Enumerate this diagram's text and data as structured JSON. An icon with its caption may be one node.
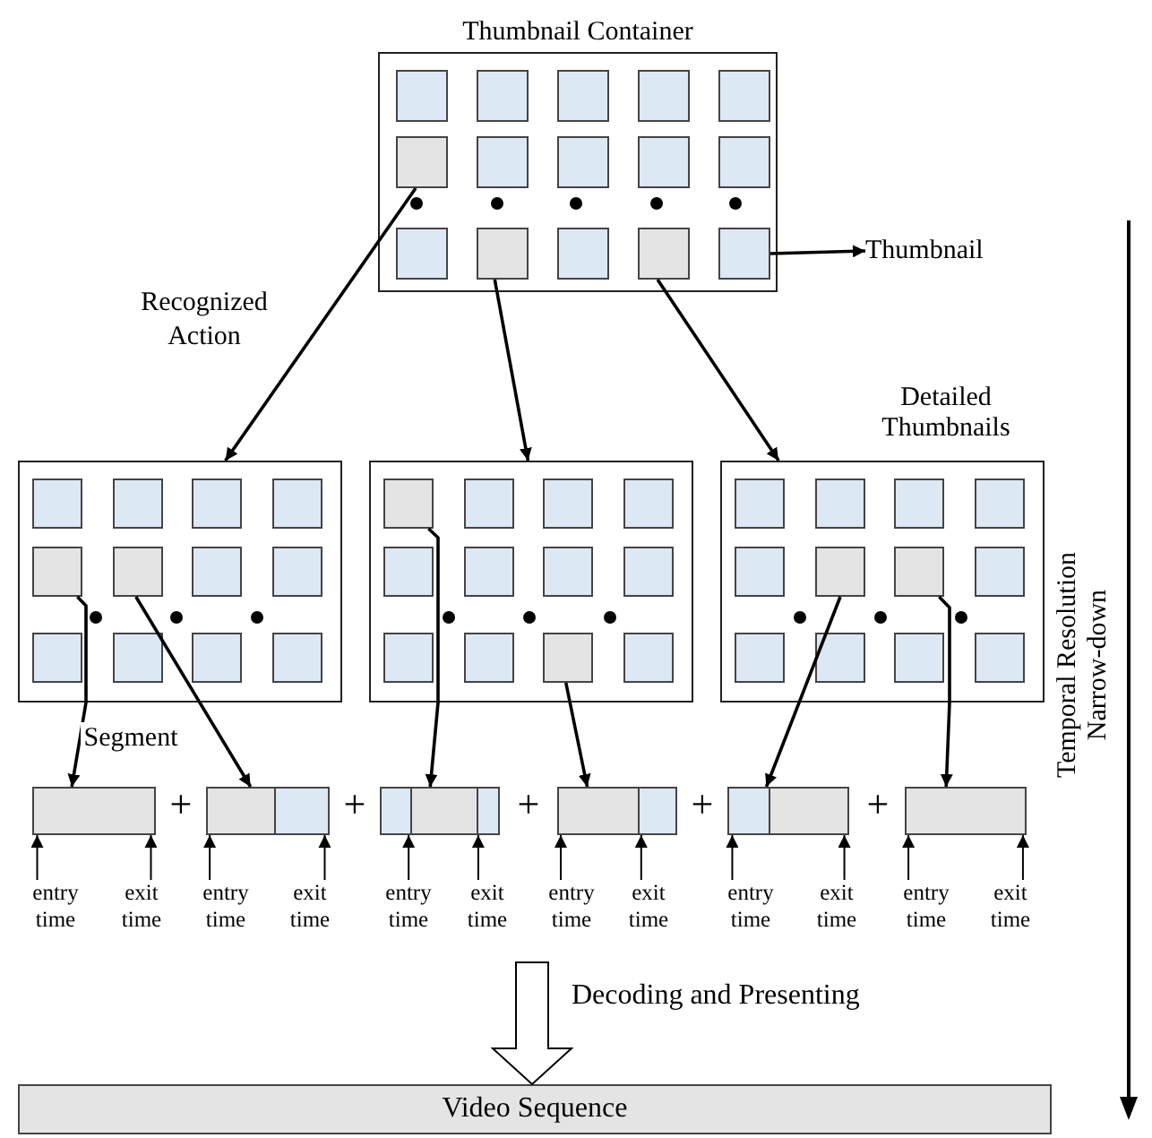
{
  "diagram": {
    "nodes": [
      {
        "text": [
          "Thumbnail Container"
        ]
      },
      {
        "text": [],
        "shape": "box",
        "in": 0
      },
      {
        "text": [],
        "shape": "box",
        "in": 0
      },
      {
        "text": [],
        "shape": "box",
        "in": 0
      },
      {
        "text": [],
        "shape": "box",
        "in": 0
      },
      {
        "text": [],
        "shape": "box",
        "in": 0
      },
      {
        "text": [],
        "shape": "box",
        "in": 0
      },
      {
        "text": [],
        "shape": "box",
        "in": 0
      },
      {
        "text": [],
        "shape": "box",
        "in": 0
      },
      {
        "text": [],
        "shape": "box",
        "in": 0
      },
      {
        "text": [],
        "shape": "box",
        "in": 0
      },
      {
        "text": [],
        "shape": "box",
        "in": 0
      },
      {
        "text": [],
        "shape": "box",
        "in": 0
      },
      {
        "text": [],
        "shape": "box",
        "in": 0
      },
      {
        "text": [],
        "shape": "box",
        "in": 0
      },
      {
        "text": [],
        "shape": "box",
        "in": 0
      },
      {
        "text": [
          "Thumbnail"
        ]
      },
      {
        "text": [],
        "shape": "box"
      },
      {
        "text": [],
        "shape": "box",
        "in": 17
      },
      {
        "text": [],
        "shape": "box",
        "in": 17
      },
      {
        "text": [],
        "shape": "box",
        "in": 17
      },
      {
        "text": [],
        "shape": "box",
        "in": 17
      },
      {
        "text": [],
        "shape": "box",
        "in": 17
      },
      {
        "text": [],
        "shape": "box",
        "in": 17
      },
      {
        "text": [],
        "shape": "box",
        "in": 17
      },
      {
        "text": [],
        "shape": "box",
        "in": 17
      },
      {
        "text": [],
        "shape": "box",
        "in": 17
      },
      {
        "text": [],
        "shape": "box",
        "in": 17
      },
      {
        "text": [],
        "shape": "box",
        "in": 17
      },
      {
        "text": [],
        "shape": "box",
        "in": 17
      },
      {
        "text": [],
        "shape": "box"
      },
      {
        "text": [],
        "shape": "box",
        "in": 30
      },
      {
        "text": [],
        "shape": "box",
        "in": 30
      },
      {
        "text": [],
        "shape": "box",
        "in": 30
      },
      {
        "text": [],
        "shape": "box",
        "in": 30
      },
      {
        "text": [],
        "shape": "box",
        "in": 30
      },
      {
        "text": [],
        "shape": "box",
        "in": 30
      },
      {
        "text": [],
        "shape": "box",
        "in": 30
      },
      {
        "text": [],
        "shape": "box",
        "in": 30
      },
      {
        "text": [],
        "shape": "box",
        "in": 30
      },
      {
        "text": [],
        "shape": "box",
        "in": 30
      },
      {
        "text": [],
        "shape": "box",
        "in": 30
      },
      {
        "text": [],
        "shape": "box",
        "in": 30
      },
      {
        "text": [],
        "shape": "box"
      },
      {
        "text": [],
        "shape": "box",
        "in": 43
      },
      {
        "text": [],
        "shape": "box",
        "in": 43
      },
      {
        "text": [],
        "shape": "box",
        "in": 43
      },
      {
        "text": [],
        "shape": "box",
        "in": 43
      },
      {
        "text": [],
        "shape": "box",
        "in": 43
      },
      {
        "text": [],
        "shape": "box",
        "in": 43
      },
      {
        "text": [],
        "shape": "box",
        "in": 43
      },
      {
        "text": [],
        "shape": "box",
        "in": 43
      },
      {
        "text": [],
        "shape": "box",
        "in": 43
      },
      {
        "text": [],
        "shape": "box",
        "in": 43
      },
      {
        "text": [],
        "shape": "box",
        "in": 43
      },
      {
        "text": [],
        "shape": "box",
        "in": 43
      },
      {
        "text": [],
        "shape": "bar"
      },
      {
        "text": [],
        "shape": "bar"
      },
      {
        "text": [],
        "shape": "bar"
      },
      {
        "text": [],
        "shape": "bar"
      },
      {
        "text": [],
        "shape": "bar"
      },
      {
        "text": [],
        "shape": "bar"
      },
      {
        "text": [
          "entry time"
        ]
      },
      {
        "text": [
          "exit time"
        ]
      },
      {
        "text": [
          "entry time"
        ]
      },
      {
        "text": [
          "exit time"
        ]
      },
      {
        "text": [
          "entry time"
        ]
      },
      {
        "text": [
          "exit time"
        ]
      },
      {
        "text": [
          "entry time"
        ]
      },
      {
        "text": [
          "exit time"
        ]
      },
      {
        "text": [
          "entry time"
        ]
      },
      {
        "text": [
          "exit time"
        ]
      },
      {
        "text": [
          "entry time"
        ]
      },
      {
        "text": [
          "exit time"
        ]
      },
      {
        "text": [
          "Video Sequence"
        ]
      }
    ],
    "edges": [
      {
        "from": 6,
        "to": 17,
        "arrow": "to",
        "label": "Recognized Action"
      },
      {
        "from": 12,
        "to": 30,
        "arrow": "to"
      },
      {
        "from": 14,
        "to": 43,
        "arrow": "to"
      },
      {
        "from": 15,
        "to": 16,
        "arrow": "to"
      },
      {
        "from": 22,
        "to": 56,
        "arrow": "to",
        "label": "Segment"
      },
      {
        "from": 23,
        "to": 57,
        "arrow": "to"
      },
      {
        "from": 31,
        "to": 58,
        "arrow": "to"
      },
      {
        "from": 41,
        "to": 59,
        "arrow": "to"
      },
      {
        "from": 49,
        "to": 60,
        "arrow": "to"
      },
      {
        "from": 50,
        "to": 61,
        "arrow": "to"
      },
      {
        "from": 62,
        "to": 56,
        "arrow": "to"
      },
      {
        "from": 63,
        "to": 56,
        "arrow": "to"
      },
      {
        "from": 64,
        "to": 57,
        "arrow": "to"
      },
      {
        "from": 65,
        "to": 57,
        "arrow": "to"
      },
      {
        "from": 66,
        "to": 58,
        "arrow": "to"
      },
      {
        "from": 67,
        "to": 58,
        "arrow": "to"
      },
      {
        "from": 68,
        "to": 59,
        "arrow": "to"
      },
      {
        "from": 69,
        "to": 59,
        "arrow": "to"
      },
      {
        "from": 70,
        "to": 60,
        "arrow": "to"
      },
      {
        "from": 71,
        "to": 60,
        "arrow": "to"
      },
      {
        "from": 72,
        "to": 61,
        "arrow": "to"
      },
      {
        "from": 73,
        "to": 61,
        "arrow": "to"
      },
      {
        "from": null,
        "to": 74,
        "arrow": "to",
        "label": "Decoding and Presenting",
        "style": "thick"
      }
    ],
    "labels": [
      "Detailed Thumbnails",
      "Temporal Resolution Narrow-down",
      "+",
      "+",
      "+",
      "+",
      "+"
    ]
  }
}
